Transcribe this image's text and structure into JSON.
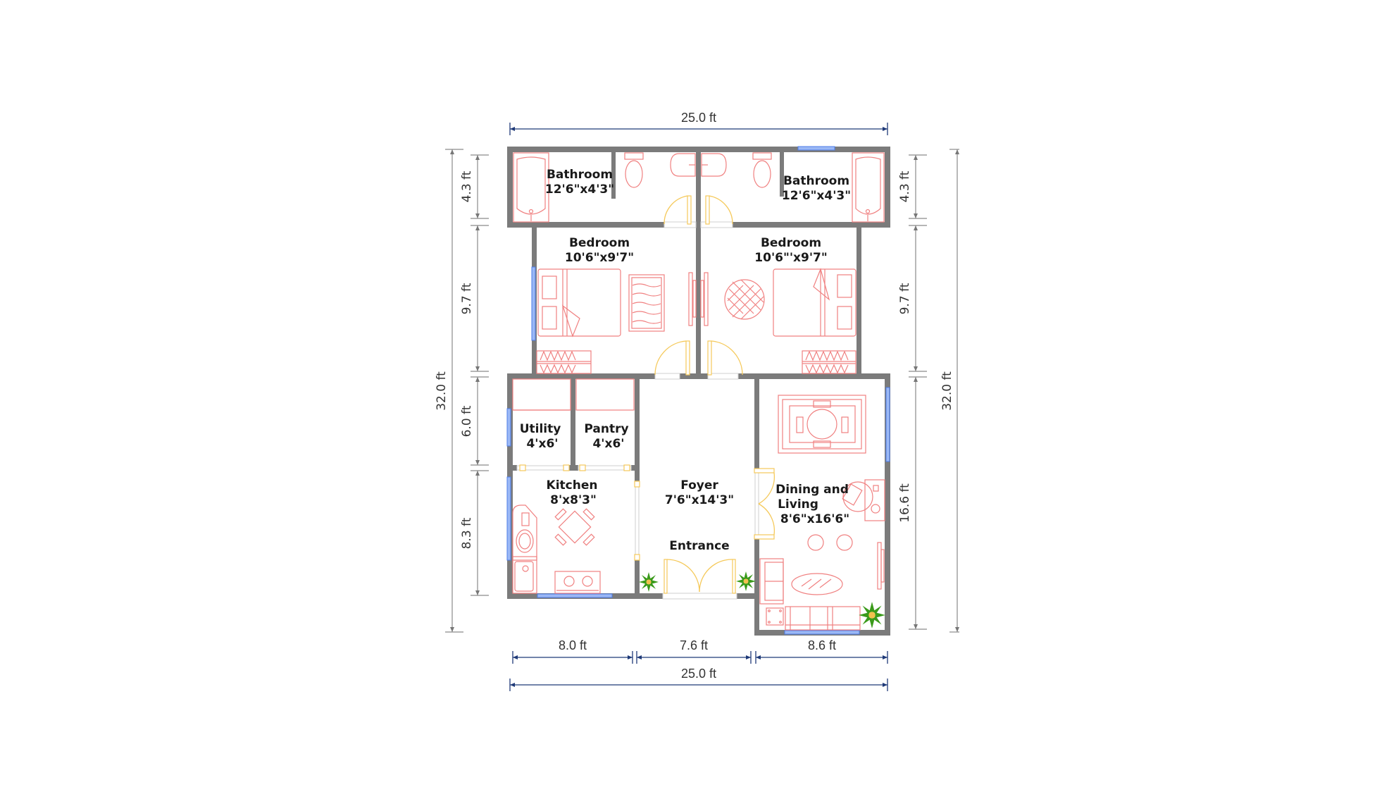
{
  "plan": {
    "overall_width": "25.0 ft",
    "overall_depth": "32.0 ft",
    "colors": {
      "wall": "#7b7b7b",
      "window": "#4d7ce8",
      "furniture": "#f08080",
      "door": "#f5c95a",
      "dimension_line": "#1f3a78",
      "plant": "#3a9a1a"
    }
  },
  "rooms": {
    "bathroom_left": {
      "name": "Bathroom",
      "size": "12'6\"x4'3\""
    },
    "bathroom_right": {
      "name": "Bathroom",
      "size": "12'6\"x4'3\""
    },
    "bedroom_left": {
      "name": "Bedroom",
      "size": "10'6\"x9'7\""
    },
    "bedroom_right": {
      "name": "Bedroom",
      "size": "10'6\"'x9'7\""
    },
    "utility": {
      "name": "Utility",
      "size": "4'x6'"
    },
    "pantry": {
      "name": "Pantry",
      "size": "4'x6'"
    },
    "kitchen": {
      "name": "Kitchen",
      "size": "8'x8'3\""
    },
    "foyer": {
      "name": "Foyer",
      "size": "7'6\"x14'3\""
    },
    "entrance": {
      "name": "Entrance"
    },
    "dining_living": {
      "name_line1": "Dining and",
      "name_line2": "Living",
      "size": "8'6\"x16'6\""
    }
  },
  "dimensions": {
    "top": "25.0 ft",
    "bottom_segments": [
      "8.0 ft",
      "7.6 ft",
      "8.6 ft"
    ],
    "bottom_total": "25.0 ft",
    "left_segments": [
      "4.3 ft",
      "9.7 ft",
      "6.0 ft",
      "8.3 ft"
    ],
    "left_total": "32.0 ft",
    "right_segments": [
      "4.3 ft",
      "9.7 ft",
      "16.6 ft"
    ],
    "right_total": "32.0 ft"
  }
}
